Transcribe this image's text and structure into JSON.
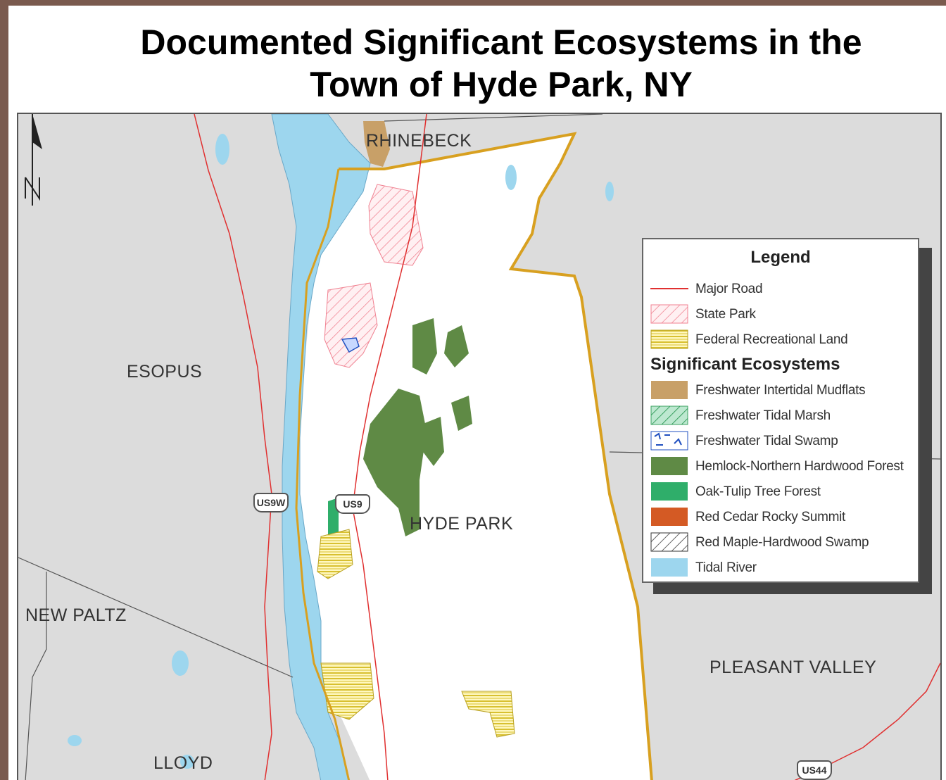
{
  "title": {
    "line1": "Documented Significant Ecosystems in the",
    "line2": "Town of Hyde Park, NY"
  },
  "places": {
    "rhinebeck": "RHINEBECK",
    "esopus": "ESOPUS",
    "hyde_park": "HYDE PARK",
    "new_paltz": "NEW PALTZ",
    "pleasant_valley": "PLEASANT VALLEY",
    "lloyd": "LLOYD"
  },
  "shields": {
    "us9w": "US9W",
    "us9": "US9",
    "us44": "US44"
  },
  "legend": {
    "title": "Legend",
    "subtitle": "Significant Ecosystems",
    "items": [
      {
        "label": "Major Road",
        "symbol": "line",
        "color": "#e03030"
      },
      {
        "label": "State Park",
        "symbol": "hatch-pink",
        "color": "#f08090"
      },
      {
        "label": "Federal Recreational Land",
        "symbol": "yellow-stripes",
        "color": "#f0e060"
      },
      {
        "label": "Freshwater Intertidal Mudflats",
        "symbol": "fill",
        "color": "#c8a068"
      },
      {
        "label": "Freshwater Tidal Marsh",
        "symbol": "hatch-green",
        "color": "#3aa060"
      },
      {
        "label": "Freshwater Tidal Swamp",
        "symbol": "swamp-blue",
        "color": "#2050c0"
      },
      {
        "label": "Hemlock-Northern Hardwood Forest",
        "symbol": "fill",
        "color": "#5f8a45"
      },
      {
        "label": "Oak-Tulip Tree Forest",
        "symbol": "fill",
        "color": "#2fae6a"
      },
      {
        "label": "Red Cedar Rocky Summit",
        "symbol": "fill",
        "color": "#d45a24"
      },
      {
        "label": "Red Maple-Hardwood Swamp",
        "symbol": "hatch-black",
        "color": "#333333"
      },
      {
        "label": "Tidal River",
        "symbol": "fill",
        "color": "#9dd6ee"
      }
    ]
  },
  "colors": {
    "background": "#7a5a4e",
    "land_outside": "#dcdcdc",
    "town": "#ffffff",
    "river": "#9dd6ee",
    "boundary": "#d8a020",
    "road": "#e03030",
    "forest": "#5f8a45"
  }
}
